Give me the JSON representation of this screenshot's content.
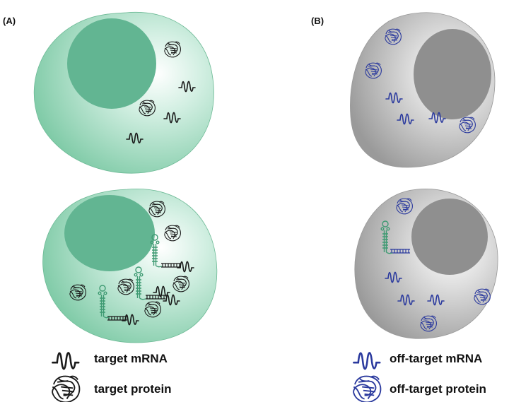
{
  "panels": {
    "a": {
      "label": "(A)"
    },
    "b": {
      "label": "(B)"
    }
  },
  "legend": {
    "target_mrna": "target mRNA",
    "target_protein": "target protein",
    "off_target_mrna": "off-target mRNA",
    "off_target_protein": "off-target protein"
  },
  "colors": {
    "target_cell": "#8fd3b6",
    "off_target_cell": "#a9a9a9",
    "target_molecule": "#1a1a1a",
    "off_target_molecule": "#2b3a9e",
    "antisense_oligo": "#3e9a72"
  },
  "icons": {
    "mrna": "mrna-squiggle-icon",
    "protein": "protein-ribbon-icon",
    "oligo": "hairpin-oligo-icon"
  }
}
